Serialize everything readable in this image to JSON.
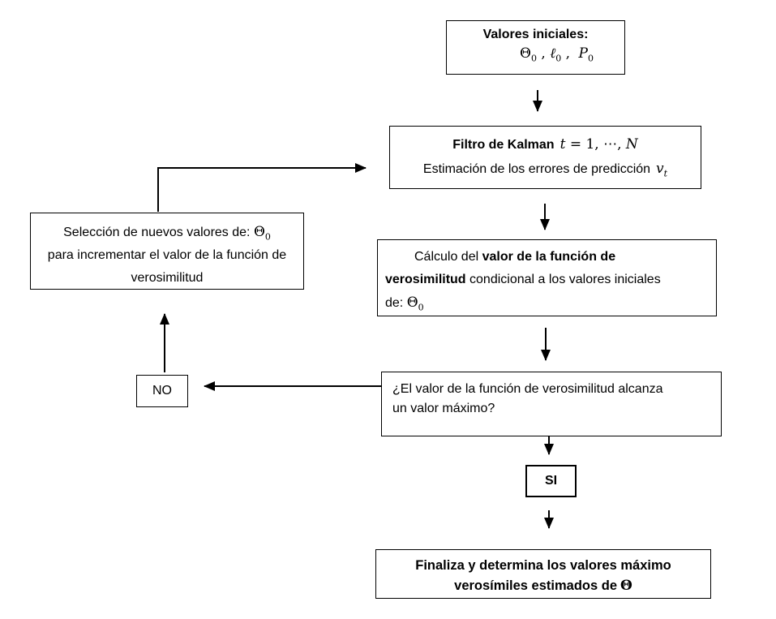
{
  "canvas": {
    "background": "#ffffff",
    "ink": "#000000"
  },
  "boxes": {
    "valores_iniciales": {
      "title": "Valores iniciales:",
      "math": {
        "theta": "Θ",
        "theta_sub": "0",
        "sep1": " , ",
        "ell": "ℓ",
        "ell_sub": "0",
        "sep2": " , ",
        "p": "P",
        "p_sub": "0"
      }
    },
    "filtro_kalman": {
      "title": "Filtro de Kalman",
      "math": {
        "t": "t",
        "eq": " = 1, ⋯, ",
        "n": "N"
      },
      "line2": "Estimación de los errores de predicción",
      "math2": {
        "v": "v",
        "v_sub": "t"
      }
    },
    "calculo": {
      "l1_normal": "Cálculo del ",
      "l1_bold": "valor de la función de",
      "l2_bold": "verosimilitud",
      "l2_normal": " condicional a los valores iniciales",
      "l3_normal": "de: ",
      "theta": "Θ",
      "theta_sub": "0"
    },
    "pregunta": {
      "l1": "¿El valor de la función de verosimilitud  alcanza",
      "l2": "un valor máximo?"
    },
    "si": {
      "label": "SI"
    },
    "no": {
      "label": "NO"
    },
    "finaliza": {
      "l1": "Finaliza y determina los valores máximo",
      "l2": "verosímiles estimados  de",
      "theta": "Θ"
    },
    "seleccion": {
      "l1_normal": "Selección de nuevos valores de: ",
      "theta": "Θ",
      "theta_sub": "0",
      "l2": "para incrementar el valor de la función de verosimilitud"
    }
  }
}
